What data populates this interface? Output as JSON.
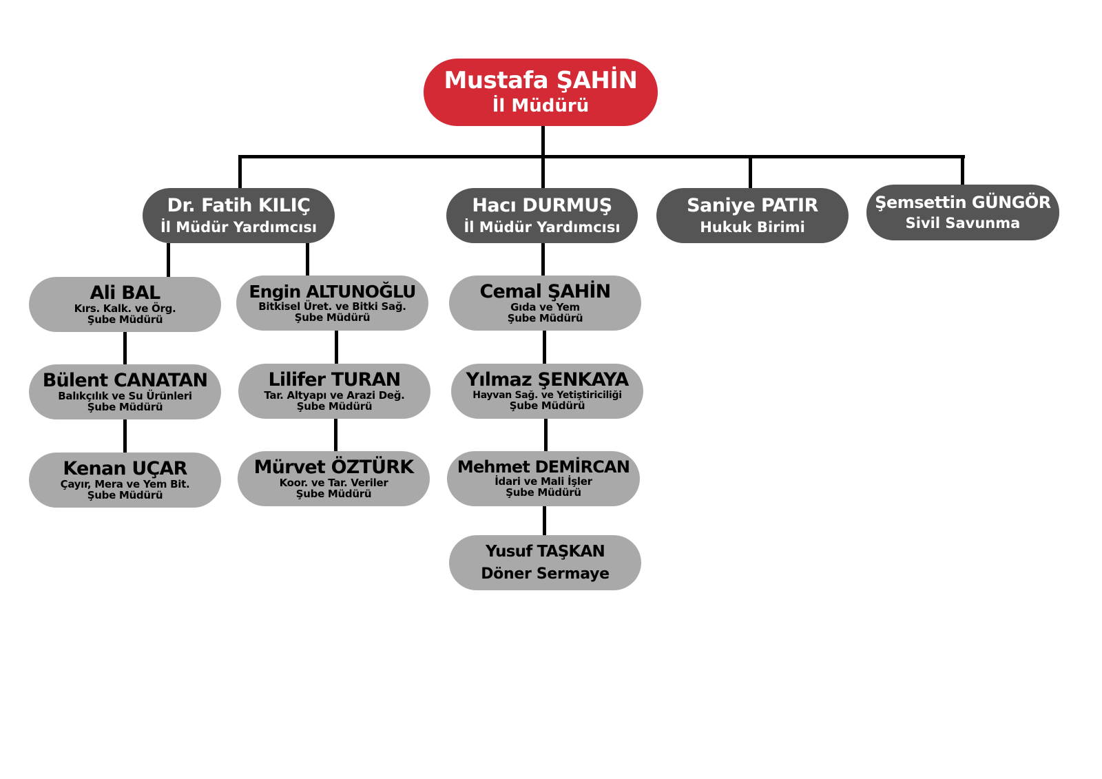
{
  "director": {
    "name": "Mustafa ŞAHİN",
    "title": "İl Müdürü"
  },
  "level2": [
    {
      "name": "Dr. Fatih KILIÇ",
      "title": "İl Müdür Yardımcısı"
    },
    {
      "name": "Hacı DURMUŞ",
      "title": "İl Müdür Yardımcısı"
    },
    {
      "name": "Saniye PATIR",
      "title": "Hukuk Birimi"
    },
    {
      "name": "Şemsettin GÜNGÖR",
      "title": "Sivil Savunma"
    }
  ],
  "column1": [
    {
      "name": "Ali BAL",
      "unit": "Kırs. Kalk. ve Örg.",
      "title": "Şube Müdürü"
    },
    {
      "name": "Bülent CANATAN",
      "unit": "Balıkçılık ve Su Ürünleri",
      "title": "Şube Müdürü"
    },
    {
      "name": "Kenan UÇAR",
      "unit": "Çayır, Mera ve Yem Bit.",
      "title": "Şube Müdürü"
    }
  ],
  "column2": [
    {
      "name": "Engin ALTUNOĞLU",
      "unit": "Bitkisel Üret. ve Bitki Sağ.",
      "title": "Şube Müdürü"
    },
    {
      "name": "Lilifer TURAN",
      "unit": "Tar. Altyapı ve Arazi Değ.",
      "title": "Şube Müdürü"
    },
    {
      "name": "Mürvet ÖZTÜRK",
      "unit": "Koor. ve Tar. Veriler",
      "title": "Şube Müdürü"
    }
  ],
  "column3": [
    {
      "name": "Cemal ŞAHİN",
      "unit": "Gıda ve Yem",
      "title": "Şube Müdürü"
    },
    {
      "name": "Yılmaz ŞENKAYA",
      "unit": "Hayvan Sağ. ve Yetiştiriciliği",
      "title": "Şube Müdürü"
    },
    {
      "name": "Mehmet DEMİRCAN",
      "unit": "İdari ve Mali İşler",
      "title": "Şube Müdürü"
    },
    {
      "name": "Yusuf TAŞKAN",
      "title": "Döner Sermaye"
    }
  ],
  "colors": {
    "director": "#d42a35",
    "deputy": "#555555",
    "branch": "#a9a9a9",
    "line": "#000000"
  }
}
